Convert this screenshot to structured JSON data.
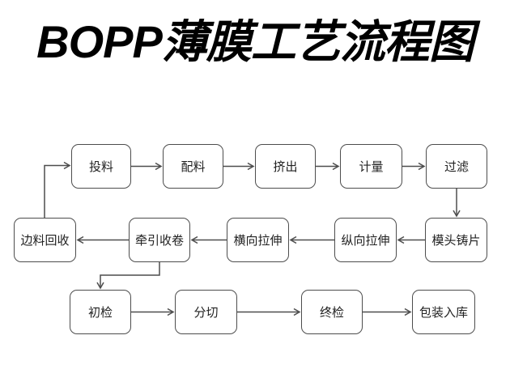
{
  "title": "BOPP薄膜工艺流程图",
  "flowchart": {
    "nodes": [
      {
        "id": "feeding",
        "label": "投料"
      },
      {
        "id": "batching",
        "label": "配料"
      },
      {
        "id": "extrusion",
        "label": "挤出"
      },
      {
        "id": "metering",
        "label": "计量"
      },
      {
        "id": "filtration",
        "label": "过滤"
      },
      {
        "id": "die-casting",
        "label": "模头铸片"
      },
      {
        "id": "longitudinal-stretching",
        "label": "纵向拉伸"
      },
      {
        "id": "transverse-stretching",
        "label": "横向拉伸"
      },
      {
        "id": "traction-winding",
        "label": "牵引收卷"
      },
      {
        "id": "edge-trim-recycling",
        "label": "边料回收"
      },
      {
        "id": "initial-inspection",
        "label": "初检"
      },
      {
        "id": "slitting",
        "label": "分切"
      },
      {
        "id": "final-inspection",
        "label": "终检"
      },
      {
        "id": "packaging-warehousing",
        "label": "包装入库"
      }
    ],
    "edges": [
      {
        "from": "投料",
        "to": "配料"
      },
      {
        "from": "配料",
        "to": "挤出"
      },
      {
        "from": "挤出",
        "to": "计量"
      },
      {
        "from": "计量",
        "to": "过滤"
      },
      {
        "from": "过滤",
        "to": "模头铸片"
      },
      {
        "from": "模头铸片",
        "to": "纵向拉伸"
      },
      {
        "from": "纵向拉伸",
        "to": "横向拉伸"
      },
      {
        "from": "横向拉伸",
        "to": "牵引收卷"
      },
      {
        "from": "牵引收卷",
        "to": "边料回收"
      },
      {
        "from": "边料回收",
        "to": "投料"
      },
      {
        "from": "牵引收卷",
        "to": "初检"
      },
      {
        "from": "初检",
        "to": "分切"
      },
      {
        "from": "分切",
        "to": "终检"
      },
      {
        "from": "终检",
        "to": "包装入库"
      }
    ],
    "colors": {
      "line": "#4d4d4d",
      "node_text": "#222222",
      "title_text": "#000000",
      "background": "#ffffff"
    }
  }
}
